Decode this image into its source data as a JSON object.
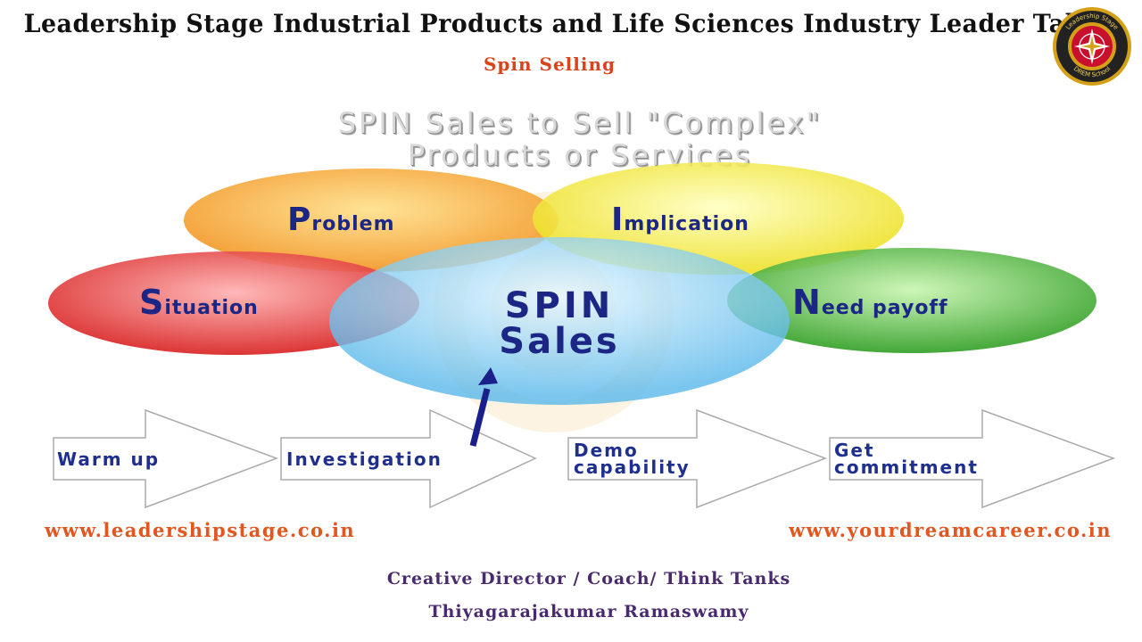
{
  "header": {
    "title": "Leadership Stage Industrial Products and Life Sciences Industry Leader Talk",
    "subtitle": "Spin Selling"
  },
  "logo": {
    "icon": "compass-logo-icon",
    "text_top": "Leadership Stage",
    "text_bottom": "DREM School",
    "ring_color": "#c8102e",
    "rim_color": "#d4a017"
  },
  "diagram": {
    "heading_line1": "SPIN Sales to Sell \"Complex\"",
    "heading_line2": "Products or Services",
    "center": {
      "line1": "SPIN",
      "line2": "Sales",
      "color": "#6ec8f0"
    },
    "circles": [
      {
        "initial": "P",
        "rest": "roblem",
        "color": "#f7a23a"
      },
      {
        "initial": "I",
        "rest": "mplication",
        "color": "#f5f048"
      },
      {
        "initial": "S",
        "rest": "ituation",
        "color": "#e43a3a"
      },
      {
        "initial": "N",
        "rest": "eed payoff",
        "color": "#44b83a"
      }
    ],
    "steps": [
      {
        "line1": "Warm up",
        "line2": ""
      },
      {
        "line1": "Investigation",
        "line2": ""
      },
      {
        "line1": "Demo",
        "line2": "capability"
      },
      {
        "line1": "Get",
        "line2": "commitment"
      }
    ]
  },
  "footer": {
    "url_left": "www.leadershipstage.co.in",
    "url_right": "www.yourdreamcareer.co.in",
    "role": "Creative Director / Coach/ Think Tanks",
    "name": "Thiyagarajakumar Ramaswamy"
  },
  "colors": {
    "title": "#111111",
    "accent": "#d9441c",
    "label": "#1f2f8f",
    "credit": "#4a2a6e"
  }
}
